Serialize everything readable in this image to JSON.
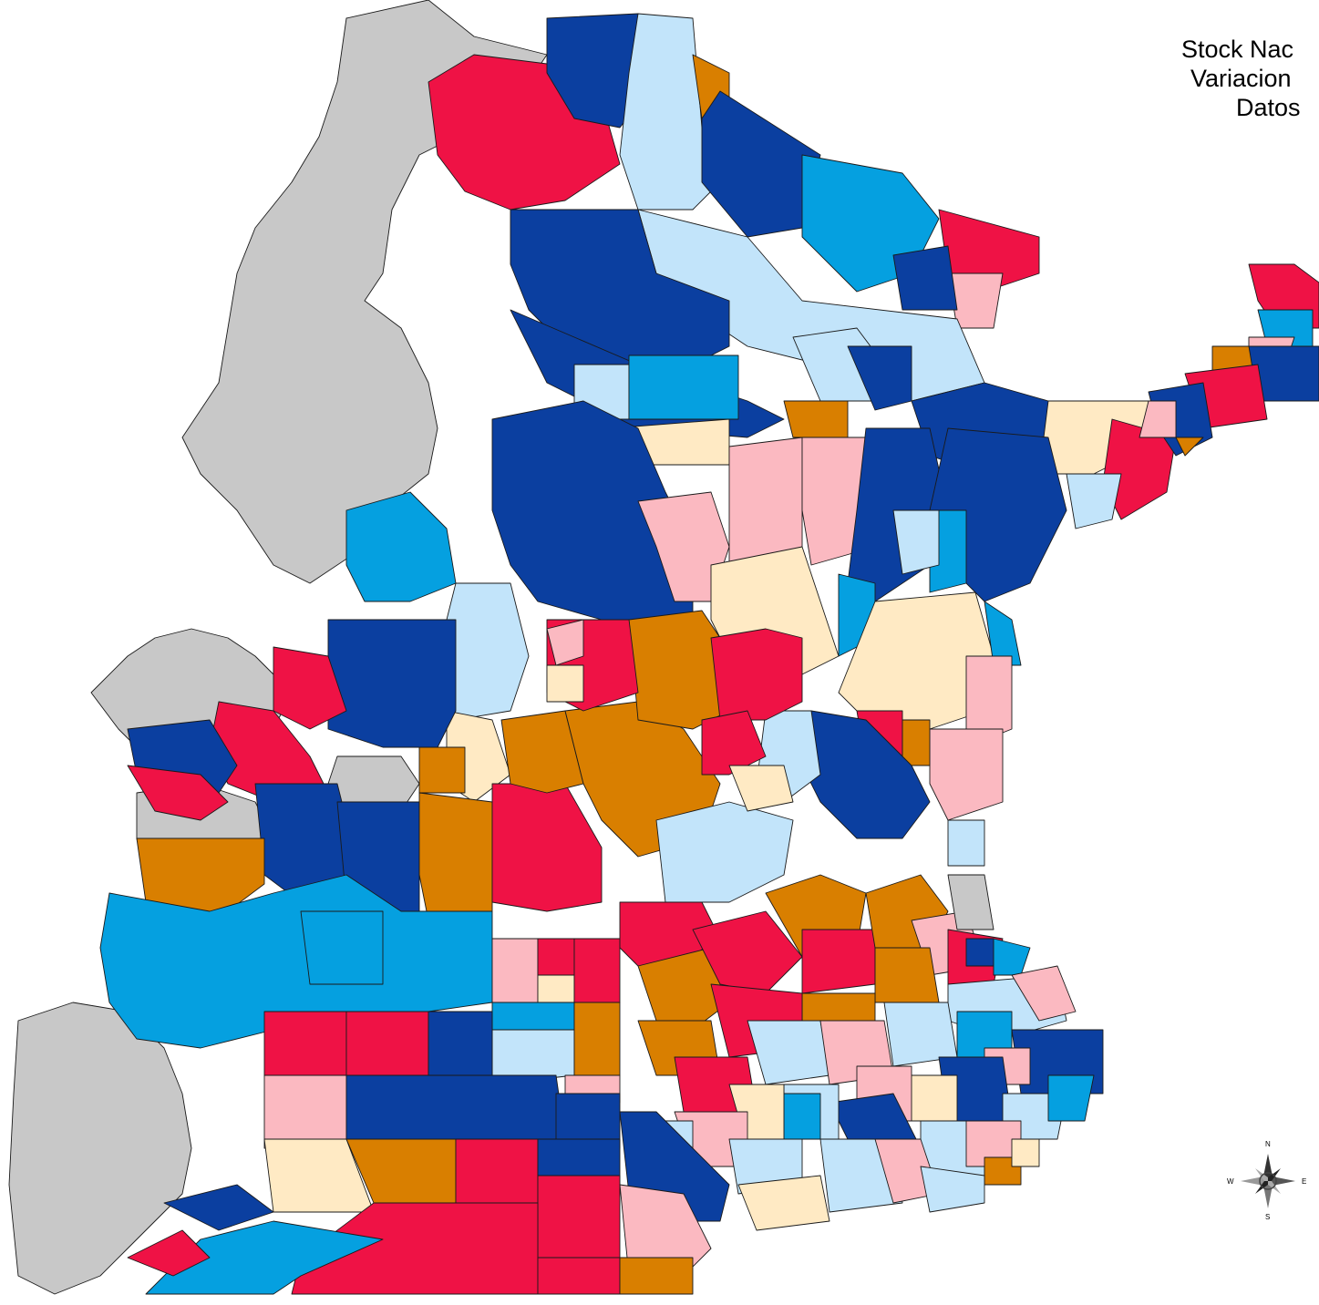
{
  "map": {
    "title_lines": [
      "Stock Nac",
      "Variacion",
      "Datos"
    ],
    "compass": {
      "n": "N",
      "s": "S",
      "e": "E",
      "w": "W"
    },
    "colors": {
      "navy": "#0b3fa0",
      "blue": "#05a0e0",
      "light_blue": "#c2e4fa",
      "red": "#ef1245",
      "pink": "#fbb9c1",
      "orange": "#d97f00",
      "cream": "#ffeac4",
      "gray": "#c8c8c8",
      "border": "#1a1a1a"
    }
  }
}
